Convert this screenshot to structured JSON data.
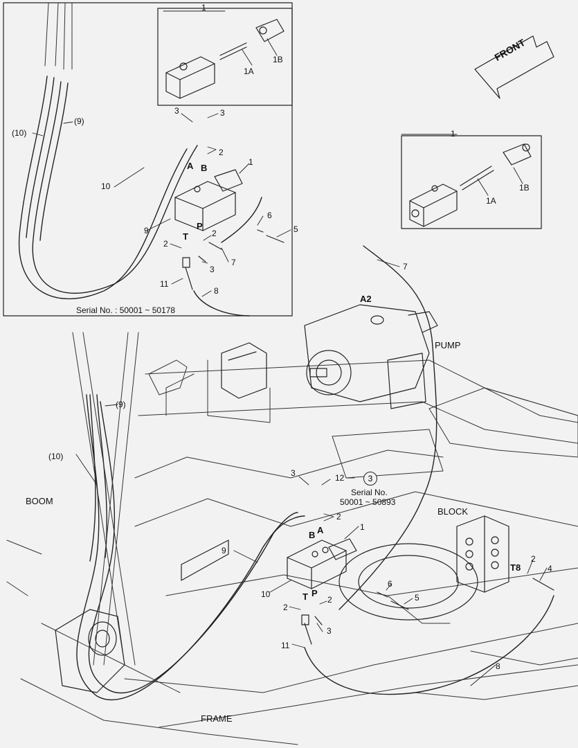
{
  "callouts": {
    "inset_left": {
      "kit": "1",
      "kit_1a": "1A",
      "kit_1b": "1B",
      "n3a": "3",
      "n3b": "3",
      "n2a": "2",
      "port_a": "A",
      "port_b": "B",
      "n1": "1",
      "n6": "6",
      "n5": "5",
      "port_t": "T",
      "port_p": "P",
      "n2b": "2",
      "n2c": "2",
      "n3c": "3",
      "n7": "7",
      "n11": "11",
      "n8": "8",
      "n10_paren": "(10)",
      "n9_paren": "(9)",
      "n10": "10",
      "n9": "9",
      "serial": "Serial No. : 50001 ~ 50178"
    },
    "inset_right": {
      "kit": "1",
      "kit_1a": "1A",
      "kit_1b": "1B"
    },
    "main": {
      "front": "FRONT",
      "n7": "7",
      "a2": "A2",
      "pump": "PUMP",
      "n9_paren": "(9)",
      "n10_paren": "(10)",
      "boom": "BOOM",
      "n3": "3",
      "n12": "12",
      "n3_circled": "3",
      "serial_line1": "Serial No.",
      "serial_line2": "50001 ~ 50893",
      "n2a": "2",
      "block": "BLOCK",
      "port_b": "B",
      "port_a": "A",
      "n1": "1",
      "n9": "9",
      "n10": "10",
      "n6": "6",
      "n2b": "2",
      "n4": "4",
      "t8": "T8",
      "n5": "5",
      "port_t": "T",
      "port_p": "P",
      "n2c": "2",
      "n2d": "2",
      "n3b": "3",
      "n11": "11",
      "n8": "8",
      "frame": "FRAME"
    }
  }
}
